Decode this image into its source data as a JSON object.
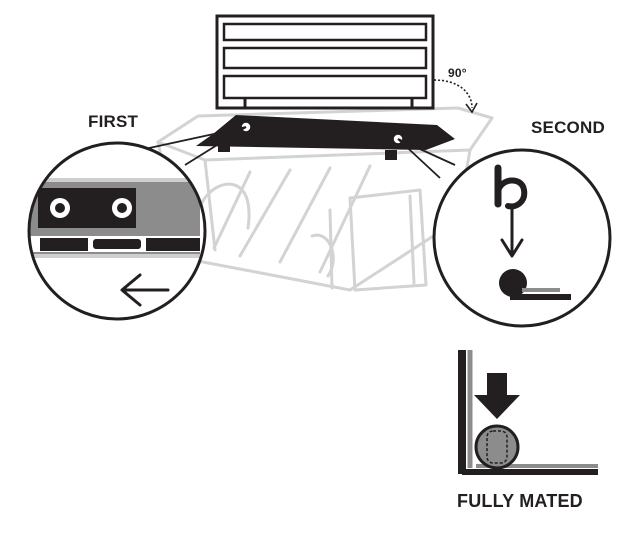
{
  "labels": {
    "first": "FIRST",
    "second": "SECOND",
    "angle": "90°",
    "fully_mated": "FULLY MATED"
  },
  "colors": {
    "ink": "#231f20",
    "gray": "#7a7a7a",
    "light": "#cfcfcf",
    "background": "#ffffff"
  },
  "icons": [
    "arrow-left-icon",
    "arrow-down-icon",
    "hook-icon",
    "push-down-arrow-icon"
  ]
}
